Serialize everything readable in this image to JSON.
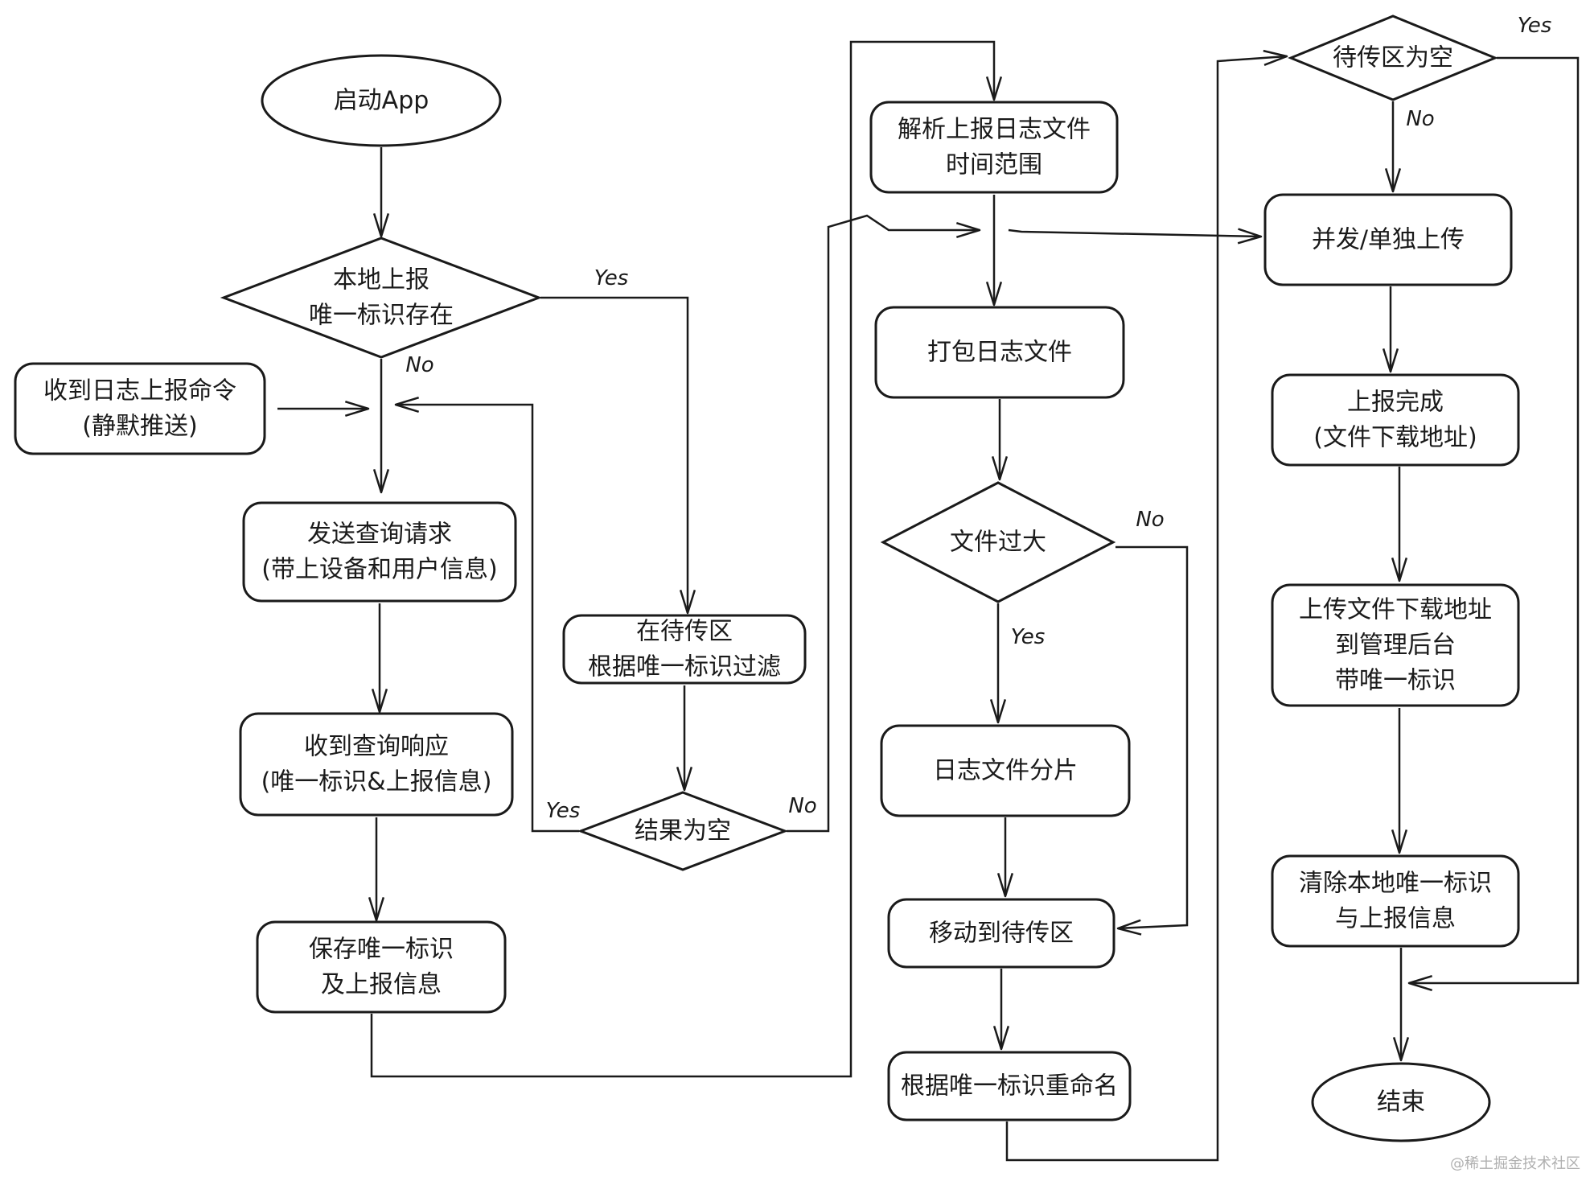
{
  "nodes": {
    "start": {
      "lines": [
        "启动App"
      ]
    },
    "exists": {
      "lines": [
        "本地上报",
        "唯一标识存在"
      ]
    },
    "cmd": {
      "lines": [
        "收到日志上报命令",
        "(静默推送)"
      ]
    },
    "query": {
      "lines": [
        "发送查询请求",
        "(带上设备和用户信息)"
      ]
    },
    "resp": {
      "lines": [
        "收到查询响应",
        "(唯一标识&上报信息)"
      ]
    },
    "save": {
      "lines": [
        "保存唯一标识",
        "及上报信息"
      ]
    },
    "filter": {
      "lines": [
        "在待传区",
        "根据唯一标识过滤"
      ]
    },
    "empty": {
      "lines": [
        "结果为空"
      ]
    },
    "parse": {
      "lines": [
        "解析上报日志文件",
        "时间范围"
      ]
    },
    "pack": {
      "lines": [
        "打包日志文件"
      ]
    },
    "big": {
      "lines": [
        "文件过大"
      ]
    },
    "split": {
      "lines": [
        "日志文件分片"
      ]
    },
    "move": {
      "lines": [
        "移动到待传区"
      ]
    },
    "rename": {
      "lines": [
        "根据唯一标识重命名"
      ]
    },
    "pend": {
      "lines": [
        "待传区为空"
      ]
    },
    "upload": {
      "lines": [
        "并发/单独上传"
      ]
    },
    "done": {
      "lines": [
        "上报完成",
        "(文件下载地址)"
      ]
    },
    "send": {
      "lines": [
        "上传文件下载地址",
        "到管理后台",
        "带唯一标识"
      ]
    },
    "clear": {
      "lines": [
        "清除本地唯一标识",
        "与上报信息"
      ]
    },
    "end": {
      "lines": [
        "结束"
      ]
    }
  },
  "edge_labels": {
    "exists_yes": "Yes",
    "exists_no": "No",
    "empty_yes": "Yes",
    "empty_no": "No",
    "big_no": "No",
    "big_yes": "Yes",
    "pend_yes": "Yes",
    "pend_no": "No"
  },
  "watermark": "@稀土掘金技术社区"
}
